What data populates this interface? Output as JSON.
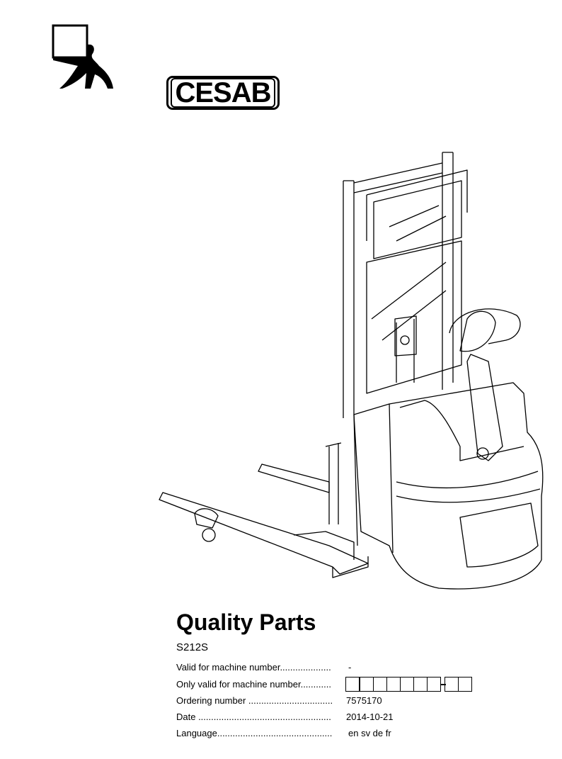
{
  "logo": {
    "brand": "CESAB"
  },
  "cover": {
    "title": "Quality Parts",
    "model": "S212S",
    "fields": [
      {
        "label": "Valid for machine number....................",
        "value": "-"
      },
      {
        "label": "Only valid for machine number............",
        "value": ""
      },
      {
        "label": "Ordering number .................................",
        "value": "7575170"
      },
      {
        "label": "Date ....................................................",
        "value": "2014-10-21"
      },
      {
        "label": "Language.............................................",
        "value": "en sv de fr"
      }
    ]
  }
}
